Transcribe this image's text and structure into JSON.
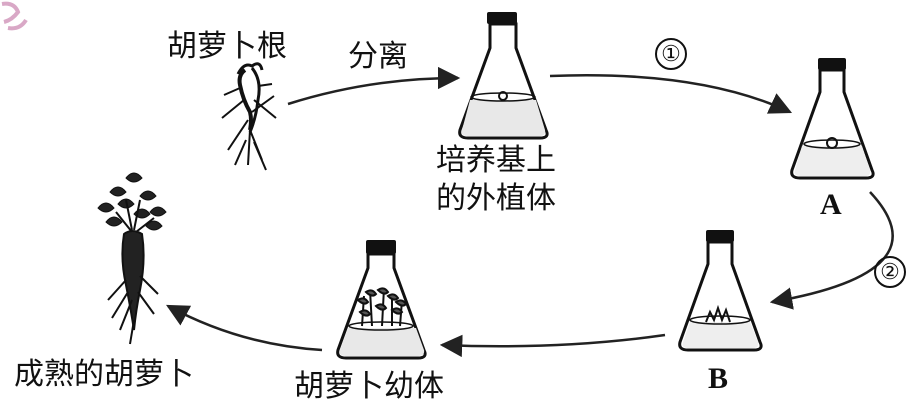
{
  "labels": {
    "carrot_root": "胡萝卜根",
    "separate": "分离",
    "explant_line1": "培养基上",
    "explant_line2": "的外植体",
    "flask_a": "A",
    "flask_b": "B",
    "step1": "①",
    "step2": "②",
    "young_plant": "胡萝卜幼体",
    "mature_carrot": "成熟的胡萝卜"
  }
}
